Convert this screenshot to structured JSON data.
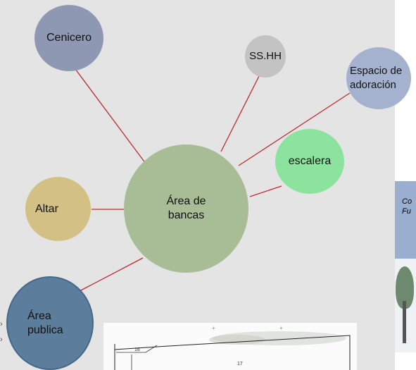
{
  "nodes": {
    "center": "Área de bancas",
    "center_lines": [
      "Área de",
      "bancas"
    ],
    "cenicero": "Cenicero",
    "sshh": "SS.HH",
    "espacio_lines": [
      "Espacio de",
      "adoración"
    ],
    "escalera": "escalera",
    "altar": "Altar",
    "area_publica_lines": [
      "Área",
      "publica"
    ]
  },
  "photo": {
    "caption_lines": [
      "Co",
      "Fu"
    ]
  },
  "drawing": {
    "labels": [
      "16",
      "17"
    ]
  },
  "colors": {
    "panel": "#e4e4e4",
    "connector": "#c0282d",
    "cenicero": "#8f98b2",
    "sshh": "#c3c3c3",
    "espacio": "#a4b2d0",
    "escalera": "#8be39e",
    "altar": "#d3c084",
    "center": "#a8bc96",
    "area_publica": "#5c7d9b"
  }
}
